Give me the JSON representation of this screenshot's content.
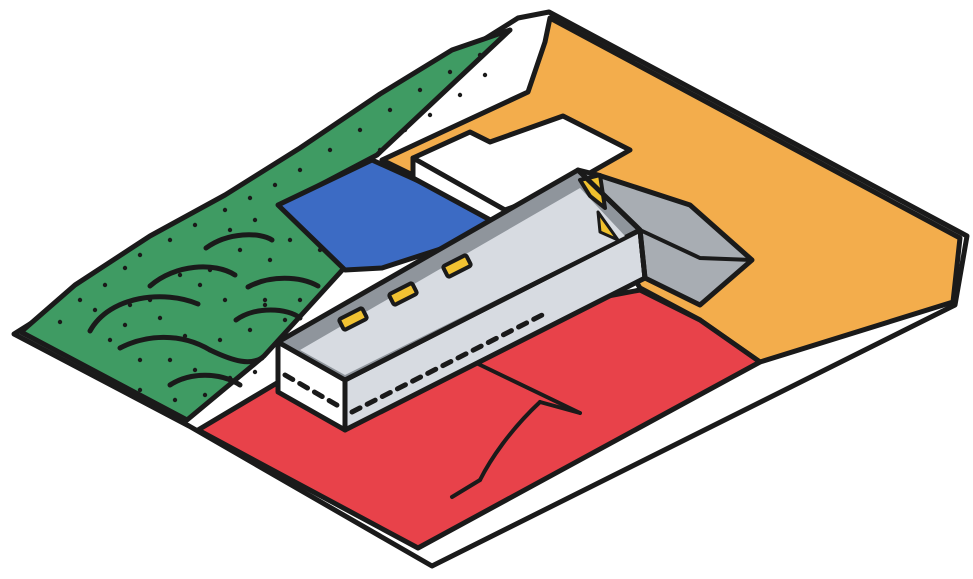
{
  "colors": {
    "background": "#ffffff",
    "ink": "#1a1a1a",
    "site_base": "#ffffff",
    "garden": "#3f9b63",
    "water": "#3c6bc4",
    "yard": "#f3ad4c",
    "forecourt": "#e8424a",
    "roof": "#8f959c",
    "wall_light": "#d7dbe1",
    "wall_white": "#ffffff",
    "gable_shadow": "#a8adb3",
    "skylight": "#f1c232",
    "gable_accent": "#f0c12e"
  },
  "zones": [
    {
      "id": "garden",
      "color_key": "garden"
    },
    {
      "id": "water",
      "color_key": "water"
    },
    {
      "id": "yard",
      "color_key": "yard"
    },
    {
      "id": "forecourt",
      "color_key": "forecourt"
    }
  ],
  "building": {
    "skylights": 3,
    "has_annex": true
  }
}
